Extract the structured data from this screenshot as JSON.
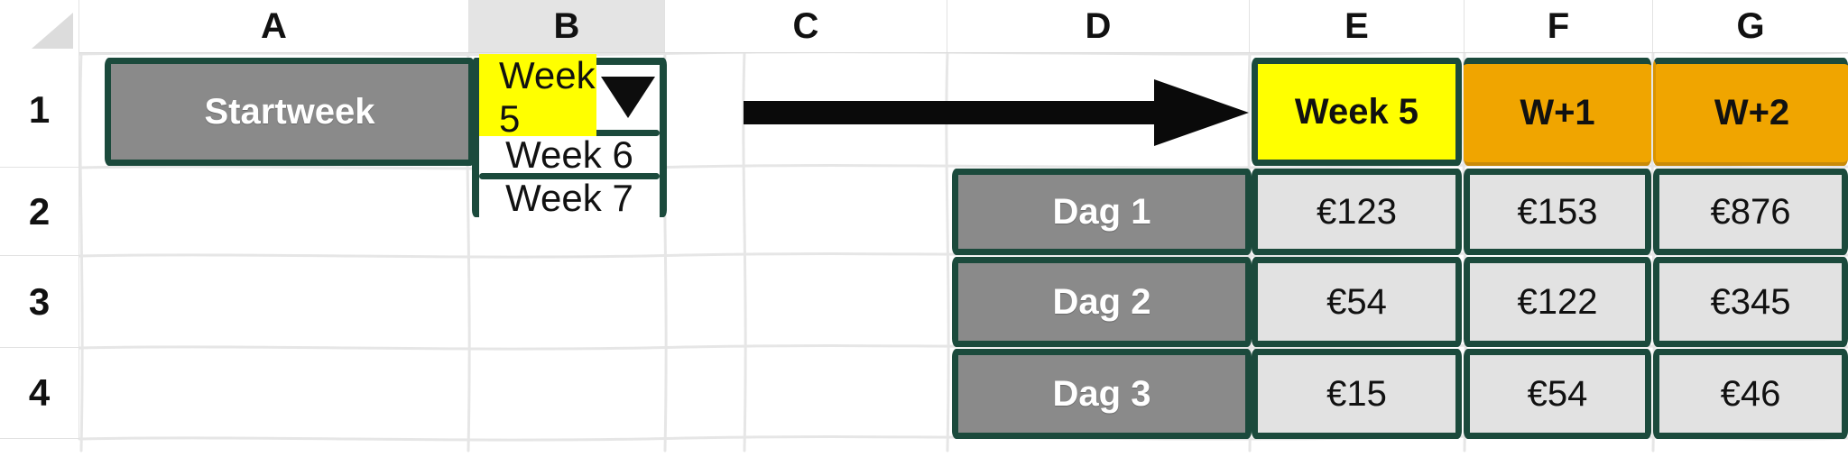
{
  "sheet": {
    "column_headers": [
      "A",
      "B",
      "C",
      "D",
      "E",
      "F",
      "G"
    ],
    "selected_column": "B",
    "row_headers": [
      "1",
      "2",
      "3",
      "4"
    ],
    "corner_icon": "select-all-triangle-icon"
  },
  "cells": {
    "a1_label": "Startweek",
    "e1_label": "Week 5",
    "f1_label": "W+1",
    "g1_label": "W+2",
    "d2_label": "Dag 1",
    "d3_label": "Dag 2",
    "d4_label": "Dag 3"
  },
  "dropdown": {
    "name": "startweek-dropdown",
    "selected": "Week 5",
    "arrow_icon": "chevron-down-icon",
    "options": [
      "Week 5",
      "Week 6",
      "Week 7"
    ],
    "visible_options": [
      "Week 6",
      "Week 7"
    ]
  },
  "arrow_annotation": {
    "icon": "right-arrow-icon",
    "from": "B1",
    "to": "E1"
  },
  "table": {
    "columns": [
      "D",
      "E",
      "F",
      "G"
    ],
    "header_row": [
      "",
      "Week 5",
      "W+1",
      "W+2"
    ],
    "rows": [
      {
        "label": "Dag 1",
        "values": [
          "€123",
          "€153",
          "€876"
        ]
      },
      {
        "label": "Dag 2",
        "values": [
          "€54",
          "€122",
          "€345"
        ]
      },
      {
        "label": "Dag 3",
        "values": [
          "€15",
          "€54",
          "€46"
        ]
      }
    ]
  },
  "colors": {
    "highlight_border": "#1b4a3c",
    "selected_yellow": "#ffff00",
    "accent_orange": "#f0a500",
    "header_grey": "#8a8a8a",
    "data_grey": "#e2e2e2"
  }
}
